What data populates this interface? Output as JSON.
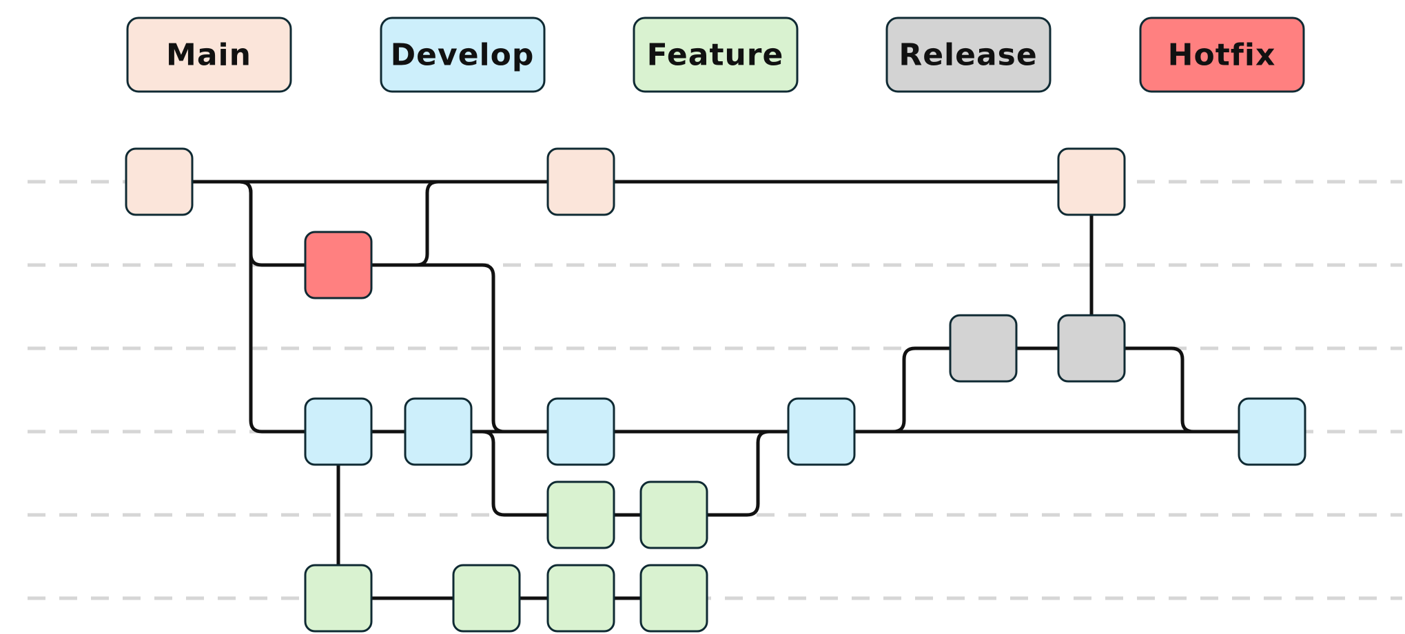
{
  "legend": [
    {
      "id": "main",
      "label": "Main",
      "color": "#fbe5da"
    },
    {
      "id": "develop",
      "label": "Develop",
      "color": "#cdeffb"
    },
    {
      "id": "feature",
      "label": "Feature",
      "color": "#d9f2d0"
    },
    {
      "id": "release",
      "label": "Release",
      "color": "#d3d3d3"
    },
    {
      "id": "hotfix",
      "label": "Hotfix",
      "color": "#ff8080"
    }
  ],
  "lanes": [
    "main",
    "hotfix",
    "release",
    "develop",
    "feature-a",
    "feature-b"
  ],
  "commits": [
    {
      "id": "m1",
      "branch": "main"
    },
    {
      "id": "m2",
      "branch": "main"
    },
    {
      "id": "m3",
      "branch": "main"
    },
    {
      "id": "h1",
      "branch": "hotfix"
    },
    {
      "id": "r1",
      "branch": "release"
    },
    {
      "id": "r2",
      "branch": "release"
    },
    {
      "id": "d1",
      "branch": "develop"
    },
    {
      "id": "d2",
      "branch": "develop"
    },
    {
      "id": "d3",
      "branch": "develop"
    },
    {
      "id": "d4",
      "branch": "develop"
    },
    {
      "id": "d5",
      "branch": "develop"
    },
    {
      "id": "fa1",
      "branch": "feature"
    },
    {
      "id": "fa2",
      "branch": "feature"
    },
    {
      "id": "fb1",
      "branch": "feature"
    },
    {
      "id": "fb2",
      "branch": "feature"
    },
    {
      "id": "fb3",
      "branch": "feature"
    },
    {
      "id": "fb4",
      "branch": "feature"
    }
  ],
  "connections": [
    [
      "m1",
      "m2"
    ],
    [
      "m2",
      "m3"
    ],
    [
      "m1",
      "h1"
    ],
    [
      "h1",
      "m2"
    ],
    [
      "m1",
      "d1"
    ],
    [
      "h1",
      "d3"
    ],
    [
      "d1",
      "d2"
    ],
    [
      "d2",
      "d3"
    ],
    [
      "d3",
      "d4"
    ],
    [
      "d4",
      "d5"
    ],
    [
      "d1",
      "fb1"
    ],
    [
      "fb1",
      "fb2"
    ],
    [
      "fb2",
      "fb3"
    ],
    [
      "fb3",
      "fb4"
    ],
    [
      "d2",
      "fa1"
    ],
    [
      "fa1",
      "fa2"
    ],
    [
      "fa2",
      "d4"
    ],
    [
      "d4",
      "r1"
    ],
    [
      "r1",
      "r2"
    ],
    [
      "r2",
      "m3"
    ],
    [
      "r2",
      "d5"
    ]
  ]
}
